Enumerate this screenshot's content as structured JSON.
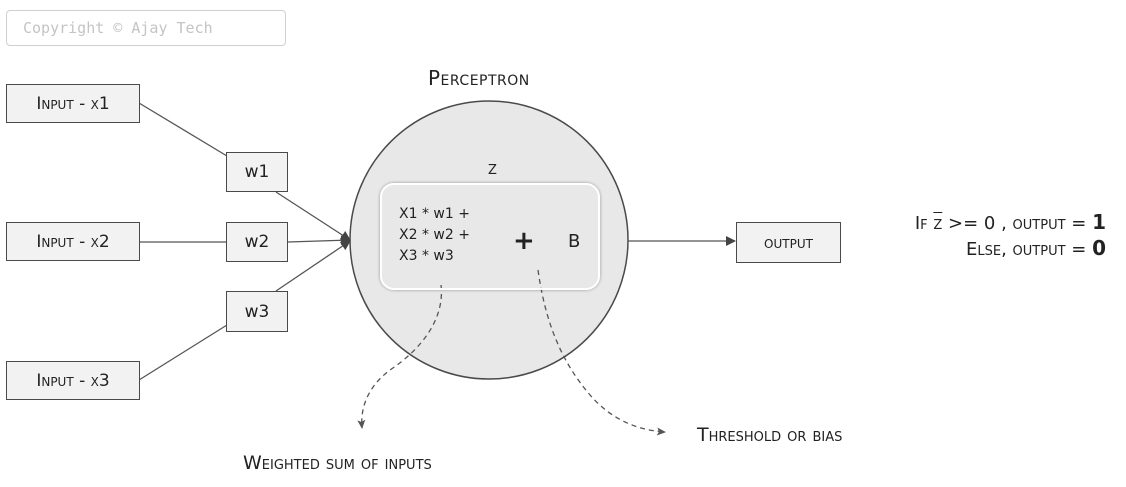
{
  "copyright": "Copyright © Ajay Tech",
  "title": "Perceptron",
  "inputs": [
    "Input - x1",
    "Input - x2",
    "Input - x3"
  ],
  "weights": [
    "w1",
    "w2",
    "w3"
  ],
  "z_label": "z",
  "sum_terms": [
    "X1 * w1 +",
    "X2 * w2 +",
    "X3 * w3"
  ],
  "plus": "+",
  "bias": "B",
  "output_label": "output",
  "rule": {
    "line1_prefix": "If",
    "line1_middle": ">= 0 , output =",
    "line1_value": "1",
    "line2_prefix": "Else, output =",
    "line2_value": "0"
  },
  "callouts": {
    "weighted_sum": "Weighted sum of inputs",
    "threshold": "Threshold or bias"
  }
}
